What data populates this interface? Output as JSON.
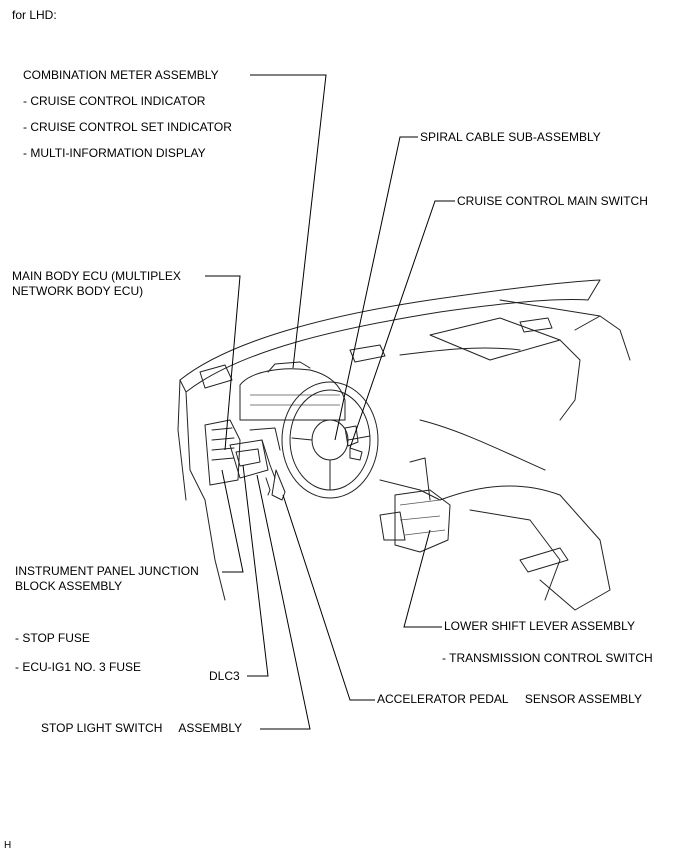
{
  "header": "for LHD:",
  "labels": {
    "combination_meter": "COMBINATION METER ASSEMBLY",
    "cruise_indicator": "- CRUISE CONTROL INDICATOR",
    "cruise_set_indicator": "- CRUISE CONTROL SET INDICATOR",
    "multi_display": "- MULTI-INFORMATION DISPLAY",
    "spiral_cable": "SPIRAL CABLE SUB-ASSEMBLY",
    "cruise_main_switch": "CRUISE CONTROL MAIN SWITCH",
    "main_body_ecu": "MAIN BODY ECU (MULTIPLEX\nNETWORK BODY ECU)",
    "ip_junction_block": "INSTRUMENT PANEL JUNCTION\nBLOCK ASSEMBLY",
    "stop_fuse": "- STOP FUSE",
    "ecu_ig1_fuse": "- ECU-IG1 NO. 3 FUSE",
    "dlc3": "DLC3",
    "stop_light_switch": "STOP LIGHT SWITCH     ASSEMBLY",
    "accelerator_pedal": "ACCELERATOR PEDAL     SENSOR ASSEMBLY",
    "lower_shift_lever": "LOWER SHIFT LEVER ASSEMBLY",
    "transmission_switch": "- TRANSMISSION CONTROL SWITCH"
  },
  "figure_code": "H"
}
